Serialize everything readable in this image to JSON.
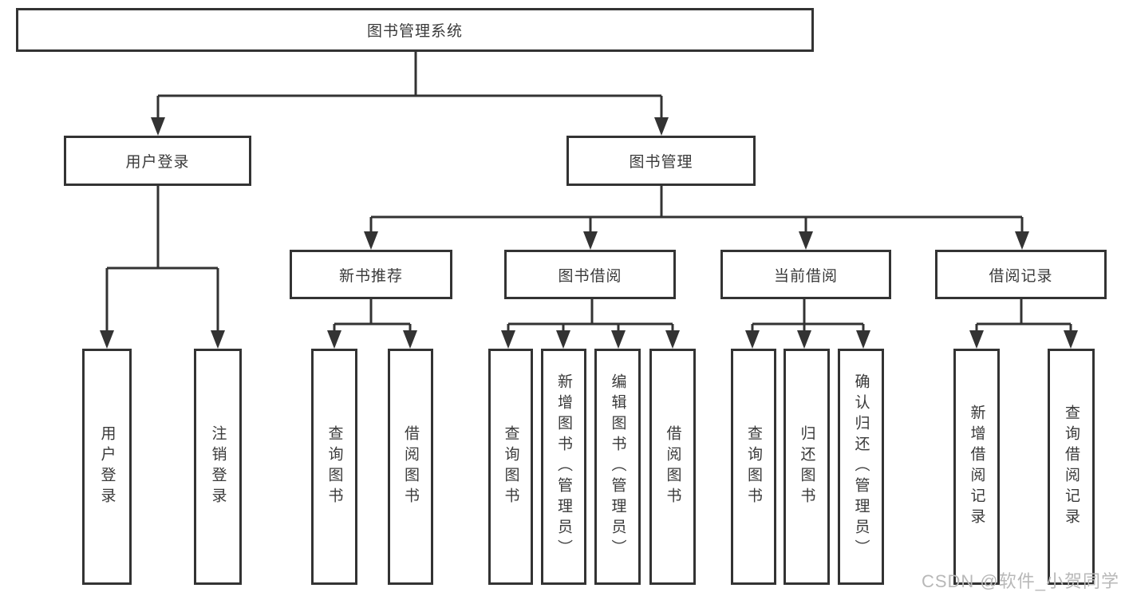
{
  "diagram": {
    "root": "图书管理系统",
    "level2": {
      "user_login": "用户登录",
      "book_management": "图书管理"
    },
    "level3": {
      "new_book_recommend": "新书推荐",
      "book_borrow": "图书借阅",
      "current_borrow": "当前借阅",
      "borrow_record": "借阅记录"
    },
    "leaves": {
      "user_login": "用户登录",
      "logout": "注销登录",
      "rec_query_book": "查询图书",
      "rec_borrow_book": "借阅图书",
      "bor_query_book": "查询图书",
      "bor_add_book": "新增图书（管理员）",
      "bor_edit_book": "编辑图书（管理员）",
      "bor_borrow_book": "借阅图书",
      "cur_query_book": "查询图书",
      "cur_return_book": "归还图书",
      "cur_confirm_return": "确认归还（管理员）",
      "rec_add_record": "新增借阅记录",
      "rec_query_record": "查询借阅记录"
    },
    "watermark": "CSDN @软件_小贺同学"
  }
}
